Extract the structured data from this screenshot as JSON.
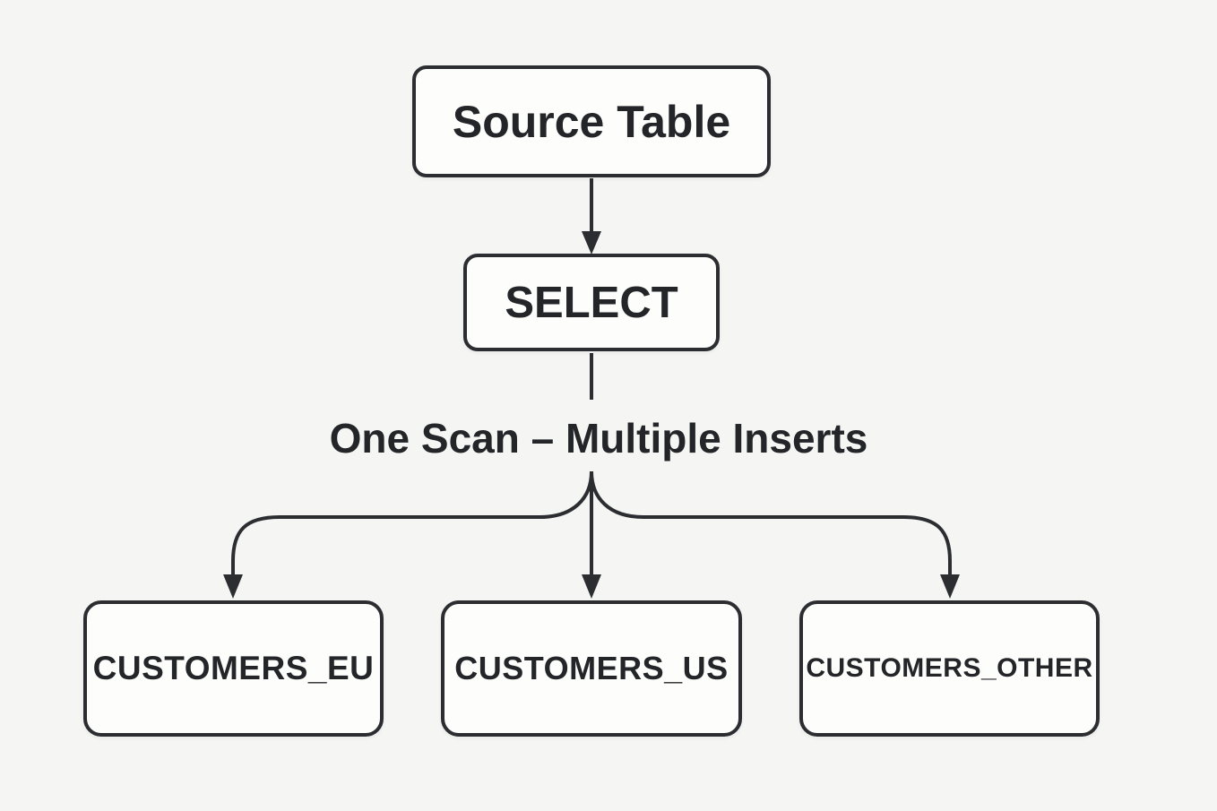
{
  "diagram": {
    "colors": {
      "background": "#f5f5f4",
      "stroke": "#2b2d31",
      "node_fill": "#fdfdfc",
      "text": "#232528"
    },
    "nodes": {
      "source": {
        "label": "Source Table"
      },
      "select": {
        "label": "SELECT"
      },
      "annotation": {
        "label": "One Scan – Multiple Inserts"
      },
      "targets": [
        {
          "label": "CUSTOMERS_EU"
        },
        {
          "label": "CUSTOMERS_US"
        },
        {
          "label": "CUSTOMERS_OTHER"
        }
      ]
    }
  }
}
